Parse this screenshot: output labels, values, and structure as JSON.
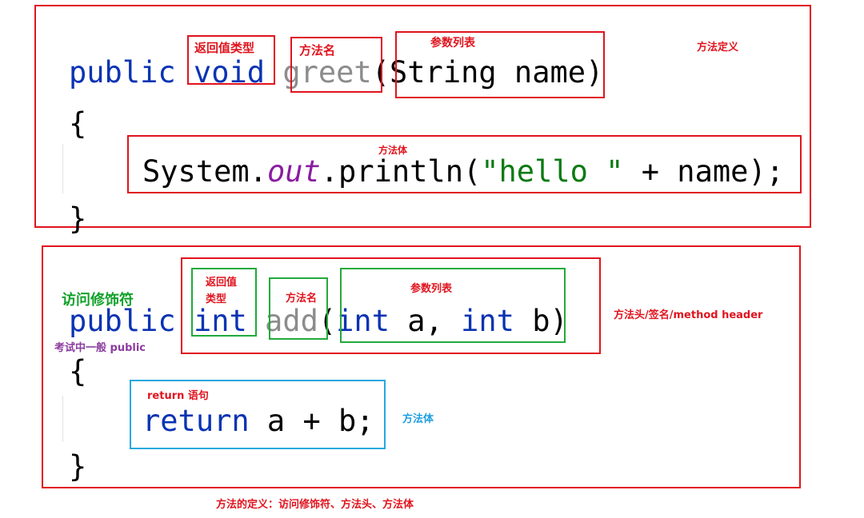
{
  "example1": {
    "line1": {
      "modifier": "public",
      "return_type": "void",
      "method_name": "greet",
      "open_paren": "(",
      "params": "String name",
      "close_paren": ")"
    },
    "open_brace": "{",
    "body": {
      "prefix": "System.",
      "field": "out",
      "call": ".println(",
      "string": "\"hello \"",
      "rest": " + name);"
    },
    "close_brace": "}",
    "labels": {
      "return_type": "返回值类型",
      "method_name": "方法名",
      "param_list": "参数列表",
      "method_def": "方法定义",
      "method_body": "方法体"
    }
  },
  "example2": {
    "line1": {
      "modifier": "public",
      "return_type": "int",
      "method_name": "add",
      "open_paren": "(",
      "param_type1": "int",
      "param_name1": " a, ",
      "param_type2": "int",
      "param_name2": " b",
      "close_paren": ")"
    },
    "open_brace": "{",
    "body": {
      "keyword": "return",
      "expr": " a + b;"
    },
    "close_brace": "}",
    "labels": {
      "access_modifier": "访问修饰符",
      "return_value_line1": "返回值",
      "return_value_line2": "类型",
      "method_name": "方法名",
      "param_list": "参数列表",
      "method_header": "方法头/签名/method header",
      "exam_note": "考试中一般 public",
      "return_statement": "return 语句",
      "method_body": "方法体"
    }
  },
  "caption": "方法的定义：访问修饰符、方法头、方法体"
}
